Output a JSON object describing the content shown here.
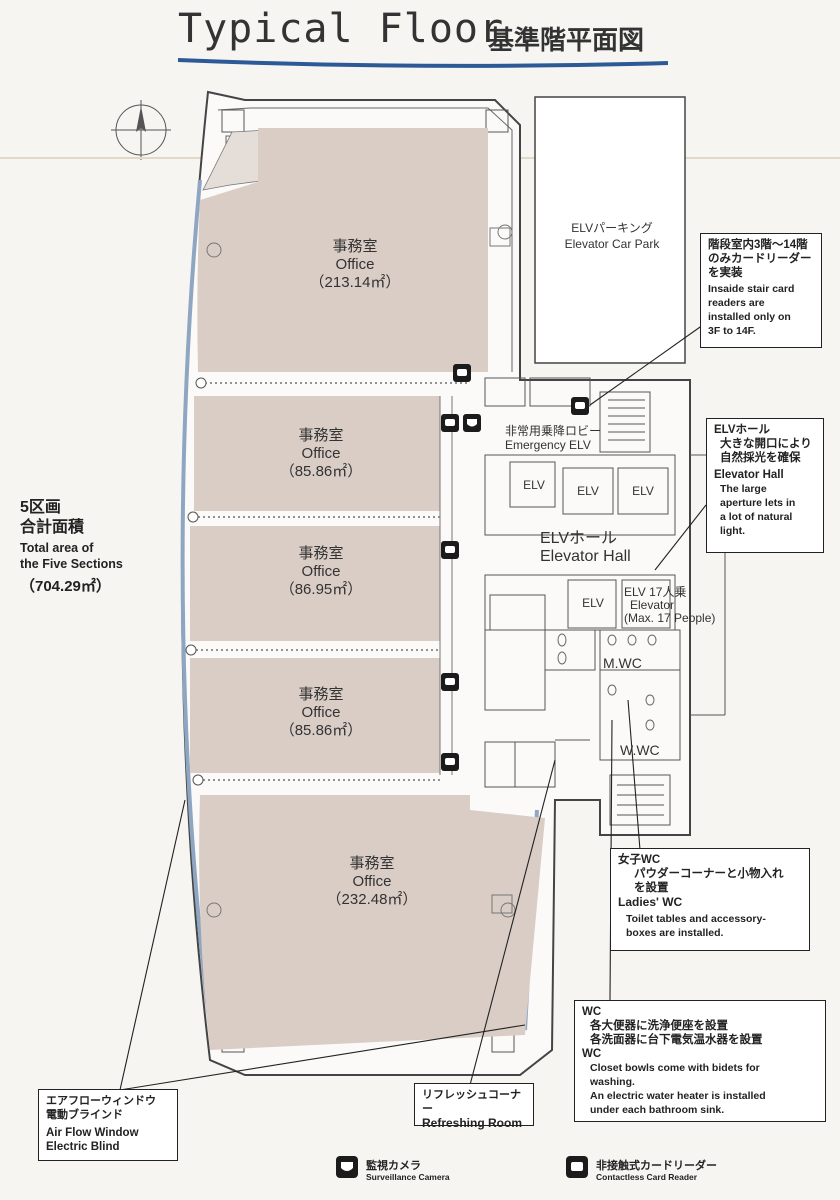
{
  "title": {
    "main": "Typical Floor",
    "jp": "基準階平面図"
  },
  "compass": "N",
  "offices": [
    {
      "jp": "事務室",
      "en": "Office",
      "area": "（213.14㎡）"
    },
    {
      "jp": "事務室",
      "en": "Office",
      "area": "（85.86㎡）"
    },
    {
      "jp": "事務室",
      "en": "Office",
      "area": "（86.95㎡）"
    },
    {
      "jp": "事務室",
      "en": "Office",
      "area": "（85.86㎡）"
    },
    {
      "jp": "事務室",
      "en": "Office",
      "area": "（232.48㎡）"
    }
  ],
  "car_park": {
    "jp": "ELVパーキング",
    "en": "Elevator Car Park"
  },
  "emergency": {
    "jp": "非常用乗降ロビー",
    "en": "Emergency ELV"
  },
  "elv_label": "ELV",
  "elv_17": {
    "line1": "ELV 17人乗",
    "line2": "Elevator",
    "line3": "(Max. 17 People)"
  },
  "elevator_hall": {
    "jp": "ELVホール",
    "en": "Elevator Hall"
  },
  "m_wc": "M.WC",
  "w_wc": "W.WC",
  "total": {
    "jp1": "5区画",
    "jp2": "合計面積",
    "en1": "Total area of",
    "en2": "the Five Sections",
    "area": "（704.29㎡）"
  },
  "callouts": {
    "stair": {
      "jp1": "階段室内3階～14階",
      "jp2": "のみカードリーダー",
      "jp3": "を実装",
      "en1": "Insaide stair card",
      "en2": "readers are",
      "en3": "installed only on",
      "en4": "3F to 14F."
    },
    "hall": {
      "jp1": "ELVホール",
      "jp2": "大きな開口により",
      "jp3": "自然採光を確保",
      "en1": "Elevator Hall",
      "en2": "The large",
      "en3": "aperture lets in",
      "en4": "a lot of natural",
      "en5": "light."
    },
    "ladies": {
      "jp1": "女子WC",
      "jp2": "パウダーコーナーと小物入れ",
      "jp3": "を設置",
      "en1": "Ladies' WC",
      "en2": "Toilet tables and accessory-",
      "en3": "boxes are installed."
    },
    "wc": {
      "jp1": "WC",
      "jp2": "各大便器に洗浄便座を設置",
      "jp3": "各洗面器に台下電気温水器を設置",
      "en1": "WC",
      "en2": "Closet bowls come with bidets for",
      "en3": "washing.",
      "en4": "An electric water heater is installed",
      "en5": "under each bathroom sink."
    },
    "window": {
      "jp1": "エアフローウィンドウ",
      "jp2": "電動ブラインド",
      "en1": "Air Flow Window",
      "en2": "Electric Blind"
    },
    "refresh": {
      "jp": "リフレッシュコーナー",
      "en": "Refreshing Room"
    }
  },
  "legend": {
    "camera": {
      "jp": "監視カメラ",
      "en": "Surveillance Camera",
      "icon": "camera-icon"
    },
    "reader": {
      "jp": "非接触式カードリーダー",
      "en": "Contactless Card Reader",
      "icon": "card-reader-icon"
    }
  },
  "colors": {
    "office_fill": "#d9cdc6",
    "accent": "#2d5a96",
    "window": "#8fa6c3"
  }
}
